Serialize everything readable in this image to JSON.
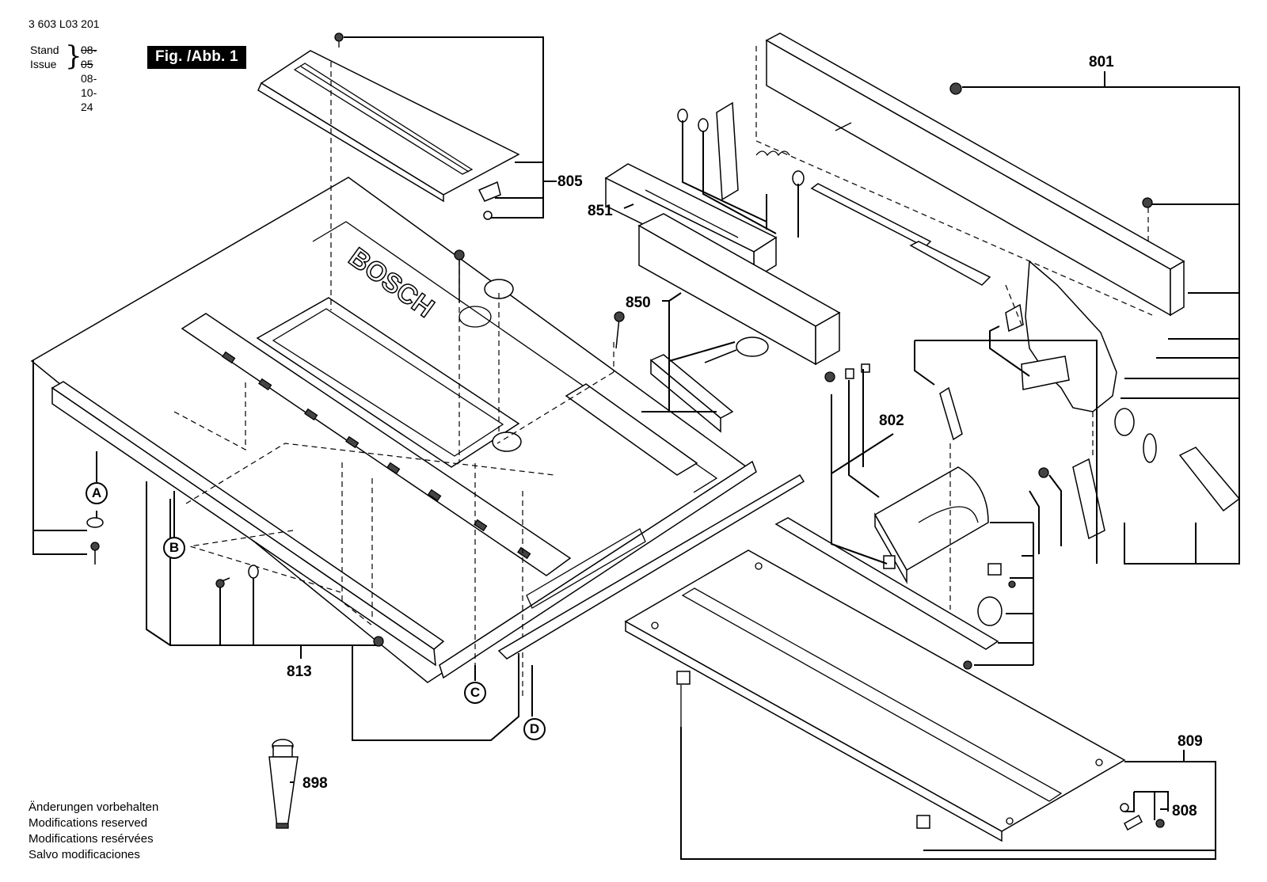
{
  "document_number": "3 603 L03 201",
  "stand_label": "Stand",
  "issue_label": "Issue",
  "stand_date_old": "08-05",
  "issue_date": "08-10-24",
  "figure_label": "Fig. /Abb. 1",
  "callouts": {
    "p801": "801",
    "p802": "802",
    "p805": "805",
    "p808": "808",
    "p809": "809",
    "p813": "813",
    "p850": "850",
    "p851": "851",
    "p898": "898"
  },
  "markers": {
    "A": "A",
    "B": "B",
    "C": "C",
    "D": "D"
  },
  "notes": [
    "Änderungen vorbehalten",
    "Modifications reserved",
    "Modifications resérvées",
    "Salvo modificaciones"
  ],
  "table_logo": "BOSCH"
}
